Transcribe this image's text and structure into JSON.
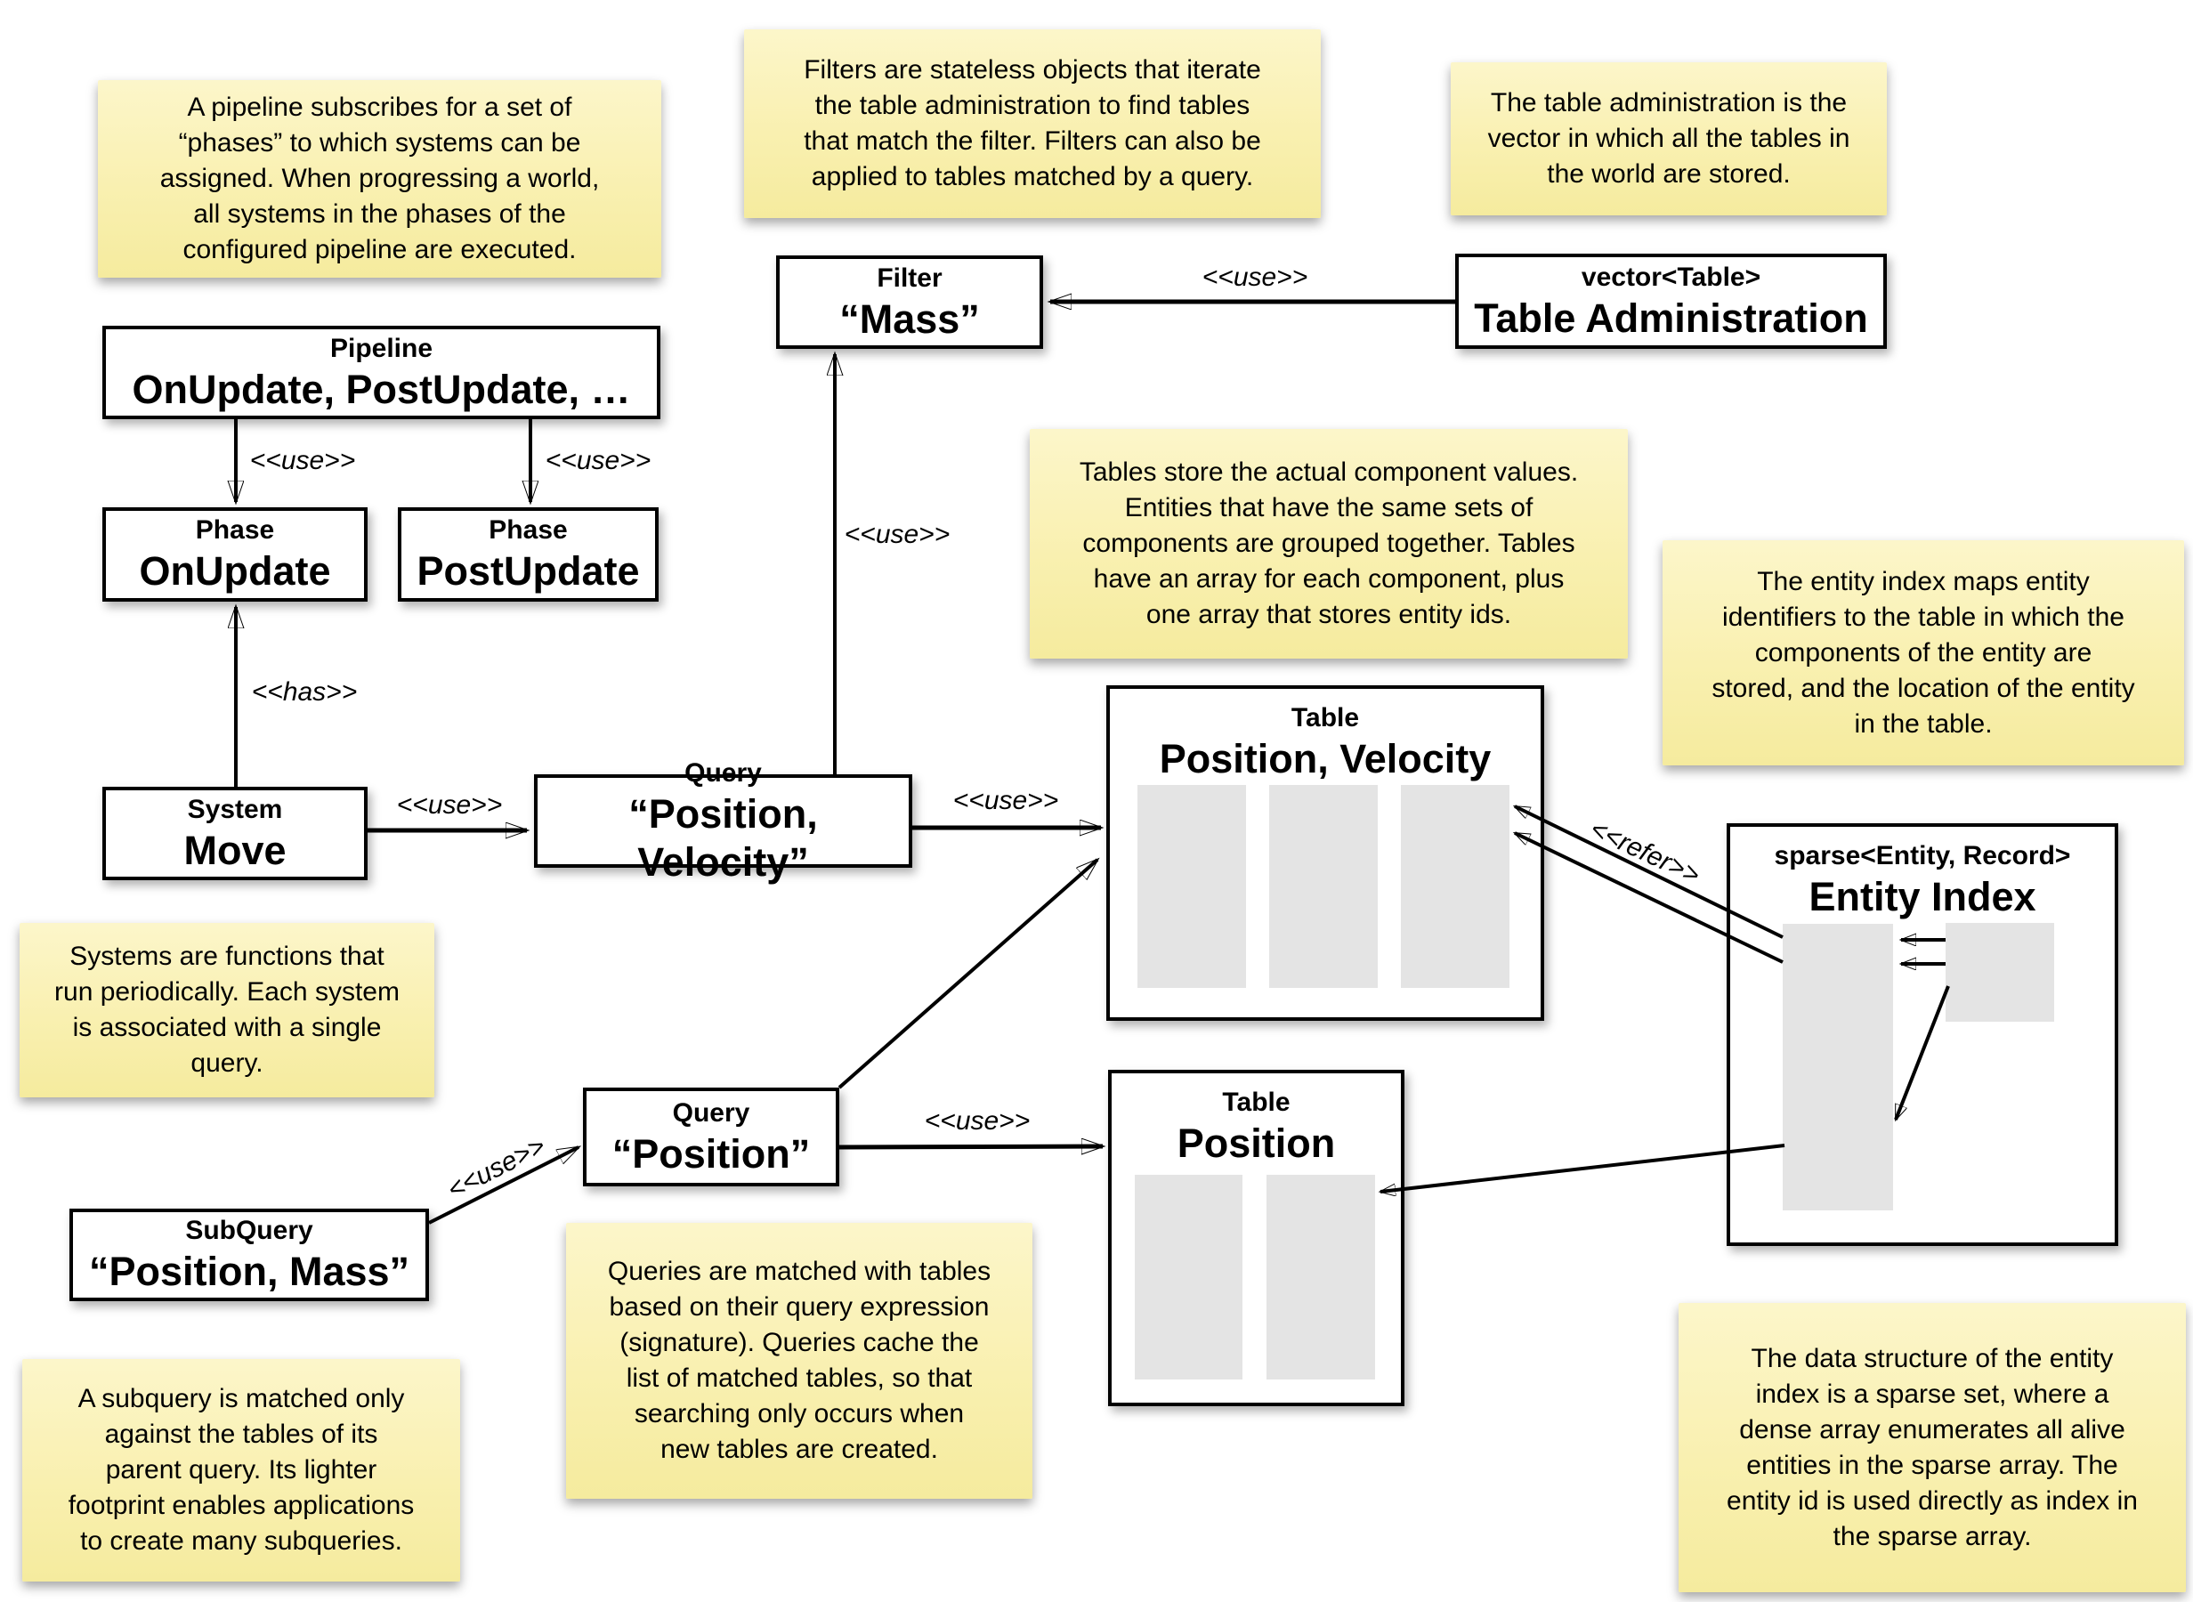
{
  "notes": {
    "pipeline": {
      "text": "A pipeline subscribes for a set of\n“phases” to which systems can be\nassigned. When progressing a world,\nall systems in the phases of the\nconfigured pipeline are executed."
    },
    "filters": {
      "text": "Filters are stateless objects that iterate\nthe table administration to find tables\nthat match the filter. Filters can also be\napplied to tables matched by a query."
    },
    "table_administration": {
      "text": "The table administration is the\nvector in which all the tables in\nthe world are stored."
    },
    "tables": {
      "text": "Tables store the actual component values.\nEntities that have the same sets of\ncomponents are grouped together. Tables\nhave an array for each component, plus\none array that stores entity ids."
    },
    "entity_index": {
      "text": "The entity index maps entity\nidentifiers to the table in which the\ncomponents of the entity are\nstored, and the location of the entity\nin the table."
    },
    "systems": {
      "text": "Systems are functions that\nrun periodically. Each system\nis associated with a single\nquery."
    },
    "queries": {
      "text": "Queries are matched with tables\nbased on their query expression\n(signature). Queries cache the\nlist of matched tables, so that\nsearching only occurs when\nnew tables are created."
    },
    "subquery": {
      "text": "A subquery is matched only\nagainst the tables of its\nparent query. Its lighter\nfootprint enables applications\nto create many subqueries."
    },
    "sparse_set": {
      "text": "The data structure of the entity\nindex is a sparse set, where a\ndense array enumerates all alive\nentities in the sparse array. The\nentity id is used directly as index in\nthe sparse array."
    }
  },
  "boxes": {
    "pipeline": {
      "title": "Pipeline",
      "value": "OnUpdate, PostUpdate, …"
    },
    "phase_onupdate": {
      "title": "Phase",
      "value": "OnUpdate"
    },
    "phase_postupdate": {
      "title": "Phase",
      "value": "PostUpdate"
    },
    "filter": {
      "title": "Filter",
      "value": "“Mass”"
    },
    "table_admin": {
      "title": "vector<Table>",
      "value": "Table Administration"
    },
    "system": {
      "title": "System",
      "value": "Move"
    },
    "query_pv": {
      "title": "Query",
      "value": "“Position, Velocity”"
    },
    "table_pv": {
      "title": "Table",
      "value": "Position, Velocity"
    },
    "entity_index": {
      "title": "sparse<Entity, Record>",
      "value": "Entity Index"
    },
    "query_p": {
      "title": "Query",
      "value": "“Position”"
    },
    "subquery": {
      "title": "SubQuery",
      "value": "“Position, Mass”"
    },
    "table_p": {
      "title": "Table",
      "value": "Position"
    }
  },
  "edges": {
    "pipeline_to_onupdate": "<<use>>",
    "pipeline_to_postupdate": "<<use>>",
    "system_to_phase": "<<has>>",
    "system_to_query": "<<use>>",
    "query_to_filter": "<<use>>",
    "admin_to_filter": "<<use>>",
    "query_pv_to_table": "<<use>>",
    "query_p_to_table": "<<use>>",
    "subquery_to_query": "<<use>>",
    "entity_index_refer": "<<refer>>"
  },
  "colors": {
    "note_background": "#f9f0b0",
    "box_border": "#000000",
    "array_bar_fill": "#e4e4e4"
  }
}
